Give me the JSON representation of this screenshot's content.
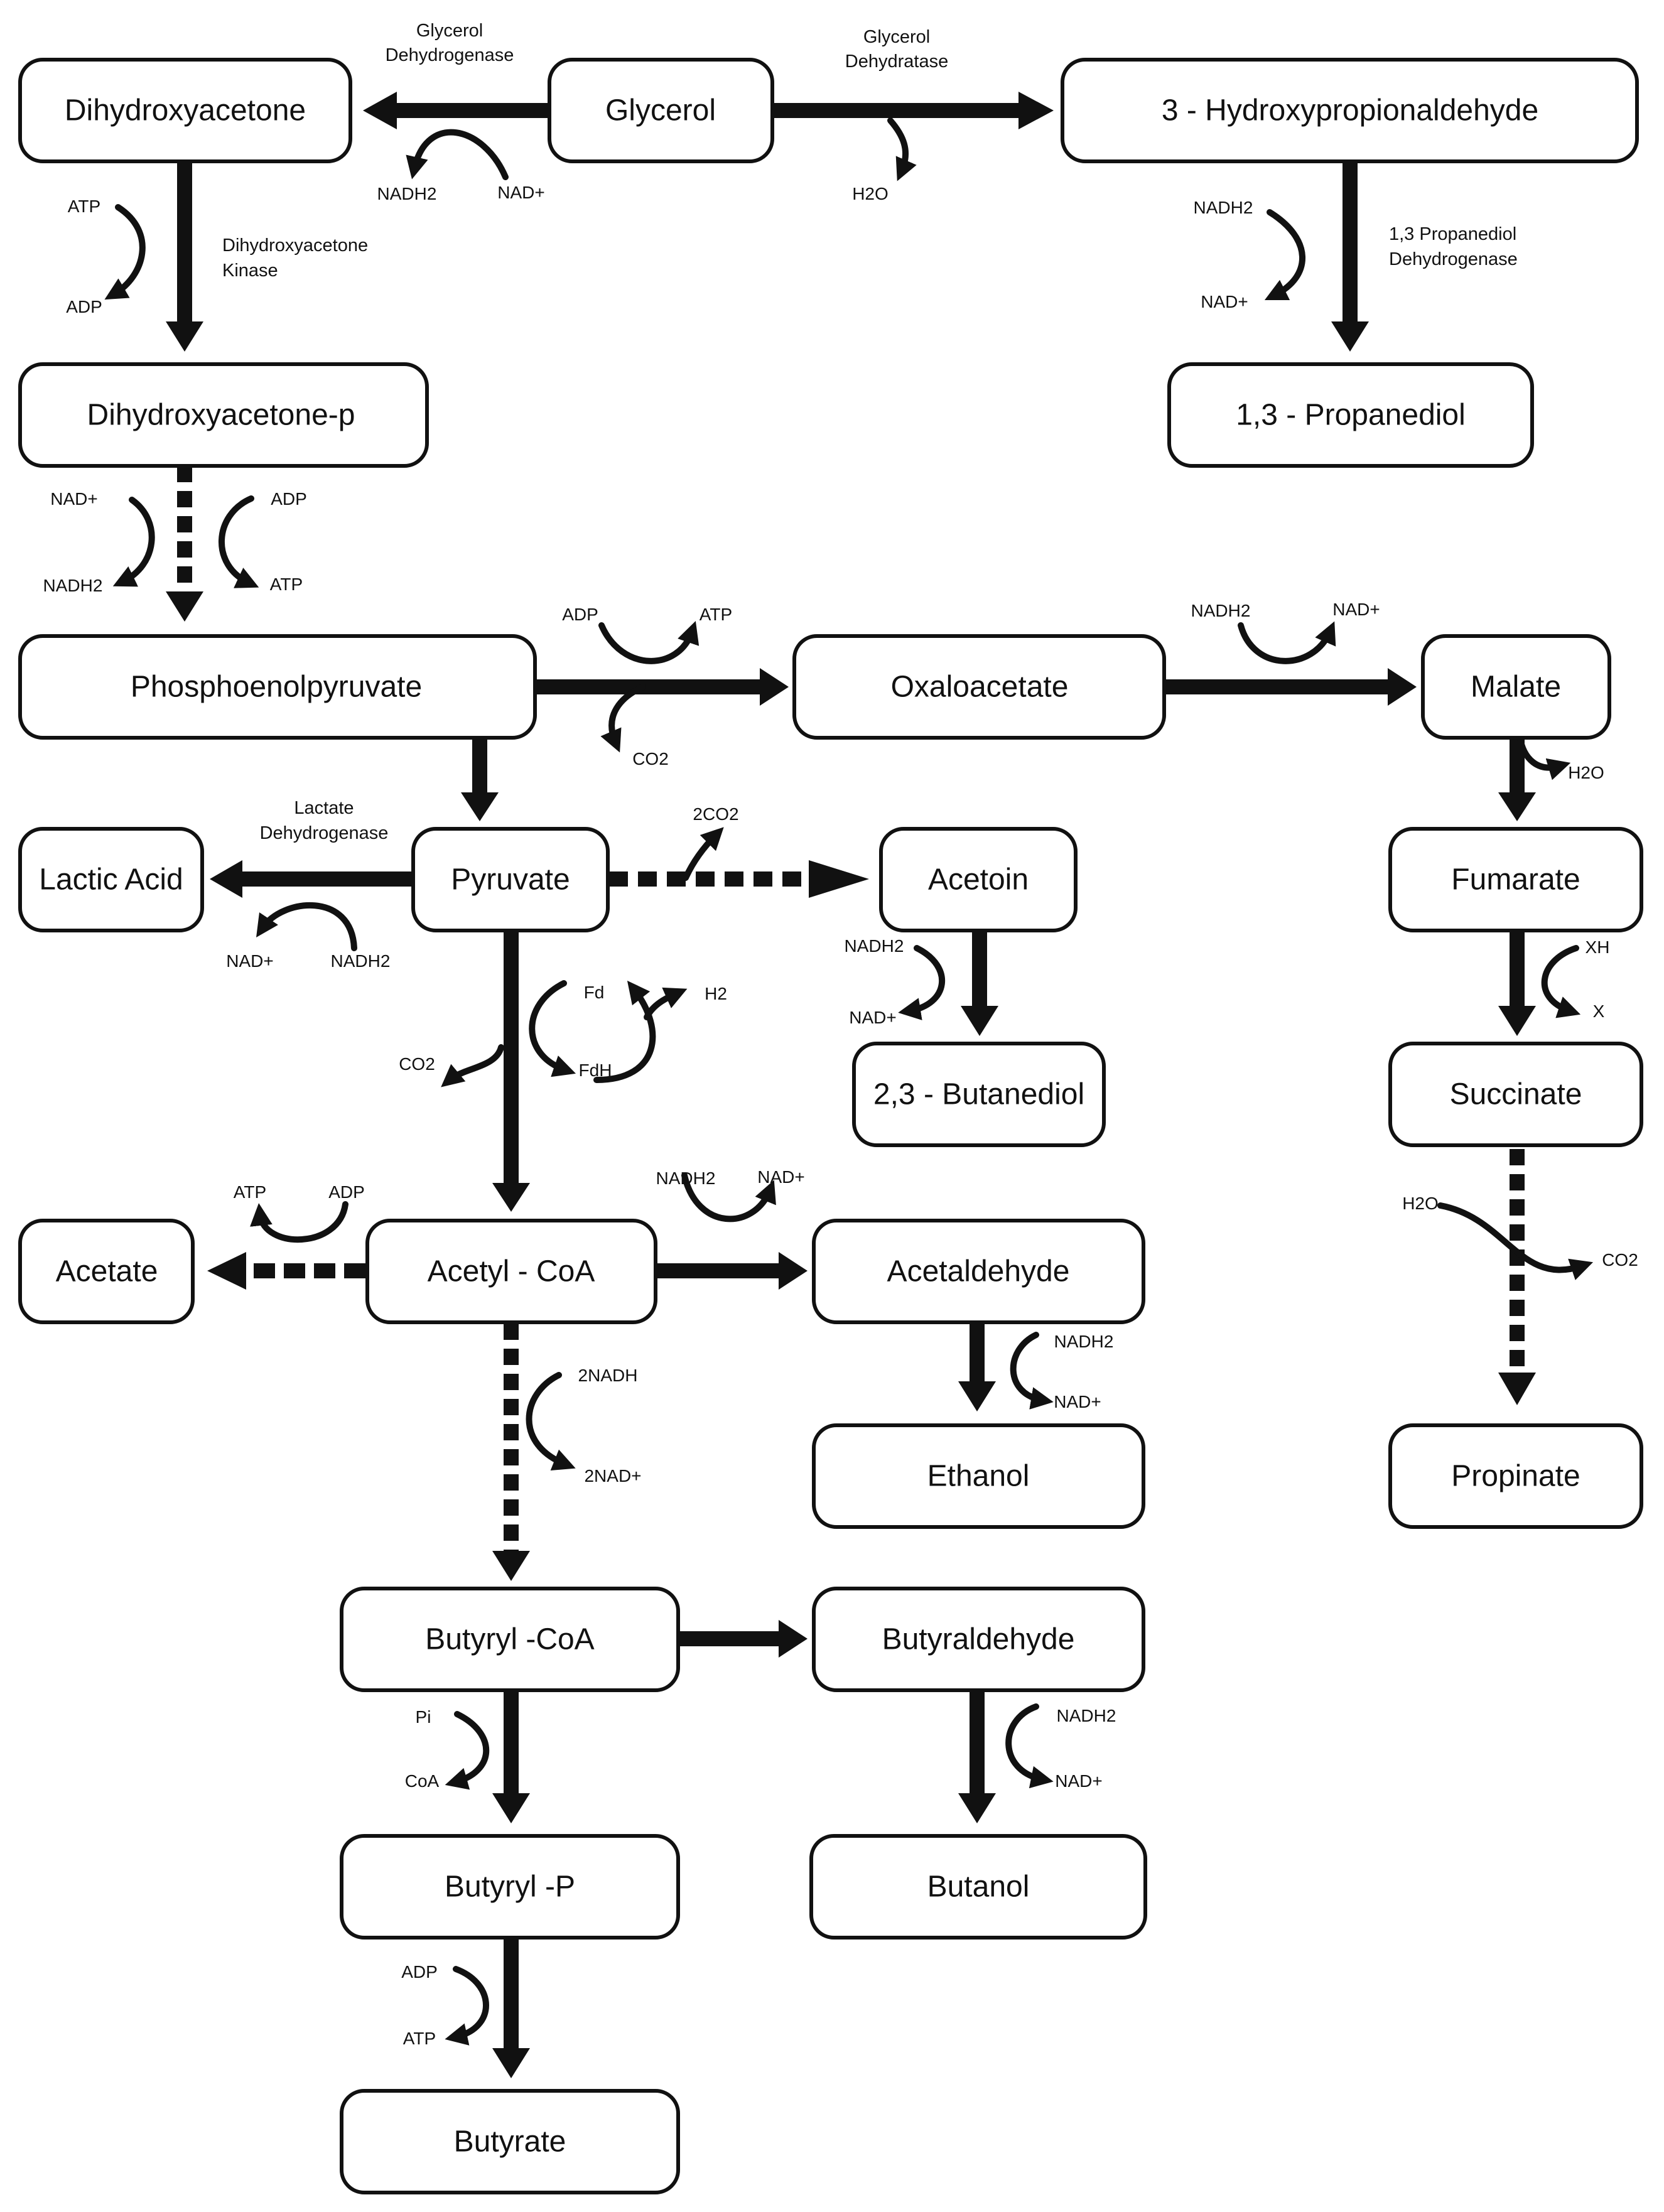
{
  "diagram": {
    "nodes": {
      "dha": "Dihydroxyacetone",
      "glycerol": "Glycerol",
      "hpa": "3 - Hydroxypropionaldehyde",
      "dhap": "Dihydroxyacetone-p",
      "pdo": "1,3 - Propanediol",
      "pep": "Phosphoenolpyruvate",
      "oxaloacetate": "Oxaloacetate",
      "malate": "Malate",
      "lactic": "Lactic Acid",
      "pyruvate": "Pyruvate",
      "acetoin": "Acetoin",
      "fumarate": "Fumarate",
      "butanediol": "2,3 - Butanediol",
      "succinate": "Succinate",
      "acetate": "Acetate",
      "acetylcoa": "Acetyl - CoA",
      "acetaldehyde": "Acetaldehyde",
      "ethanol": "Ethanol",
      "propinate": "Propinate",
      "butyrylcoa": "Butyryl -CoA",
      "butyraldehyde": "Butyraldehyde",
      "butyrylp": "Butyryl -P",
      "butanol": "Butanol",
      "butyrate": "Butyrate"
    },
    "enzymes": {
      "glycerol_dehydrogenase": [
        "Glycerol",
        "Dehydrogenase"
      ],
      "glycerol_dehydratase": [
        "Glycerol",
        "Dehydratase"
      ],
      "dha_kinase": [
        "Dihydroxyacetone",
        "Kinase"
      ],
      "pdo_dehydrogenase": [
        "1,3 Propanediol",
        "Dehydrogenase"
      ],
      "lactate_dehydrogenase": [
        "Lactate",
        "Dehydrogenase"
      ]
    },
    "cofactors": {
      "gdh_nadh2": "NADH2",
      "gdh_nad": "NAD+",
      "gdt_h2o": "H2O",
      "dhak_atp": "ATP",
      "dhak_adp": "ADP",
      "pdo_nadh2": "NADH2",
      "pdo_nad": "NAD+",
      "glyc_nad": "NAD+",
      "glyc_nadh2": "NADH2",
      "glyc_adp": "ADP",
      "glyc_atp": "ATP",
      "pepck_adp": "ADP",
      "pepck_atp": "ATP",
      "pepck_co2": "CO2",
      "mdh_nadh2": "NADH2",
      "mdh_nad": "NAD+",
      "fum_h2o": "H2O",
      "ldh_nad": "NAD+",
      "ldh_nadh2": "NADH2",
      "als_2co2": "2CO2",
      "acetoin_nadh2": "NADH2",
      "acetoin_nad": "NAD+",
      "frd_xh": "XH",
      "frd_x": "X",
      "pfor_fd": "Fd",
      "pfor_h2": "H2",
      "pfor_fdh": "FdH",
      "pfor_co2": "CO2",
      "ack_atp": "ATP",
      "ack_adp": "ADP",
      "adh_nadh2": "NADH2",
      "adh_nad": "NAD+",
      "succ_h2o": "H2O",
      "succ_co2": "CO2",
      "eth_nadh2": "NADH2",
      "eth_nad": "NAD+",
      "but_2nadh": "2NADH",
      "but_2nad": "2NAD+",
      "ptb_pi": "Pi",
      "ptb_coa": "CoA",
      "bdh_nadh2": "NADH2",
      "bdh_nad": "NAD+",
      "buk_adp": "ADP",
      "buk_atp": "ATP"
    }
  }
}
